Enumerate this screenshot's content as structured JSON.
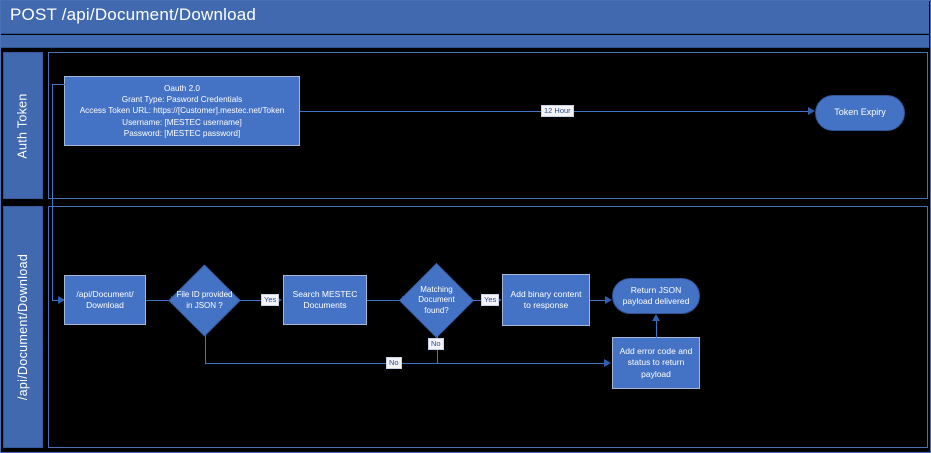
{
  "header": {
    "title": "POST /api/Document/Download"
  },
  "lanes": [
    {
      "id": "auth-token",
      "label": "Auth Token"
    },
    {
      "id": "api-document-download",
      "label": "/api/Document/Download"
    }
  ],
  "auth_lane": {
    "oauth_box": {
      "name": "oauth-config",
      "lines": [
        "Oauth 2.0",
        "Grant Type: Pasword Credentials",
        "Access Token URL: https://[Customer].mestec.net/Token",
        "Username: [MESTEC username]",
        "Password: [MESTEC password]"
      ]
    },
    "expiry_edge_label": "12 Hour",
    "token_expiry": "Token Expiry"
  },
  "api_lane": {
    "nodes": {
      "request": "/api/Document/\nDownload",
      "request_line1": "/api/Document/",
      "request_line2": "Download",
      "decision_fileid_line1": "File ID provided",
      "decision_fileid_line2": "in JSON ?",
      "search": "Search MESTEC\nDocuments",
      "search_line1": "Search MESTEC",
      "search_line2": "Documents",
      "decision_match_line1": "Matching",
      "decision_match_line2": "Document",
      "decision_match_line3": "found?",
      "binary_line1": "Add binary content",
      "binary_line2": "to response",
      "return_line1": "Return JSON",
      "return_line2": "payload delivered",
      "error_line1": "Add error code and",
      "error_line2": "status to return",
      "error_line3": "payload"
    },
    "edge_labels": {
      "fileid_yes": "Yes",
      "fileid_no": "No",
      "match_yes": "Yes",
      "match_no": "No"
    }
  },
  "colors": {
    "node_fill": "#4472C4",
    "header_fill": "#4069B0",
    "connector": "#4472C4",
    "background": "#000000",
    "text": "#FFFFFF"
  }
}
